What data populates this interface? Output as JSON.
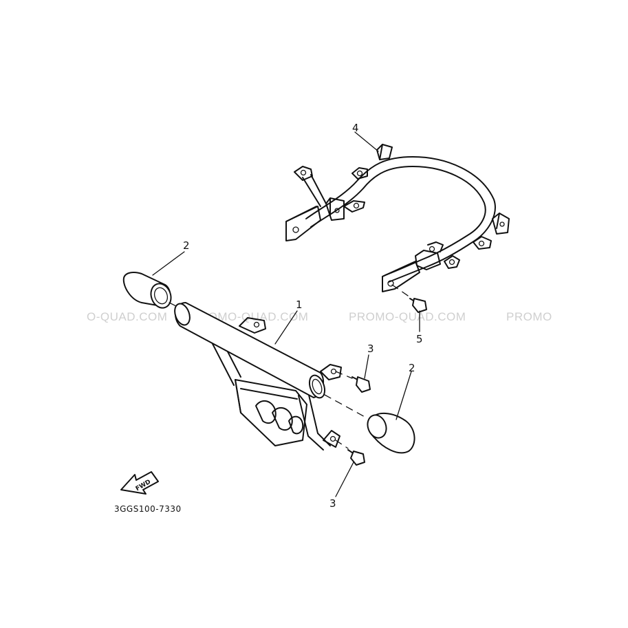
{
  "diagram": {
    "part_labels": [
      {
        "id": "1",
        "text": "1"
      },
      {
        "id": "2a",
        "text": "2"
      },
      {
        "id": "2b",
        "text": "2"
      },
      {
        "id": "3a",
        "text": "3"
      },
      {
        "id": "3b",
        "text": "3"
      },
      {
        "id": "4",
        "text": "4"
      },
      {
        "id": "5",
        "text": "5"
      }
    ],
    "diagram_code": "3GGS100-7330",
    "fwd_label": "FWD",
    "watermark": {
      "segments": [
        "O-QUAD.COM",
        "PROMO-QUAD.COM",
        "PROMO-QUAD.COM",
        "PROMO"
      ],
      "color": "#cfcfcf"
    }
  }
}
